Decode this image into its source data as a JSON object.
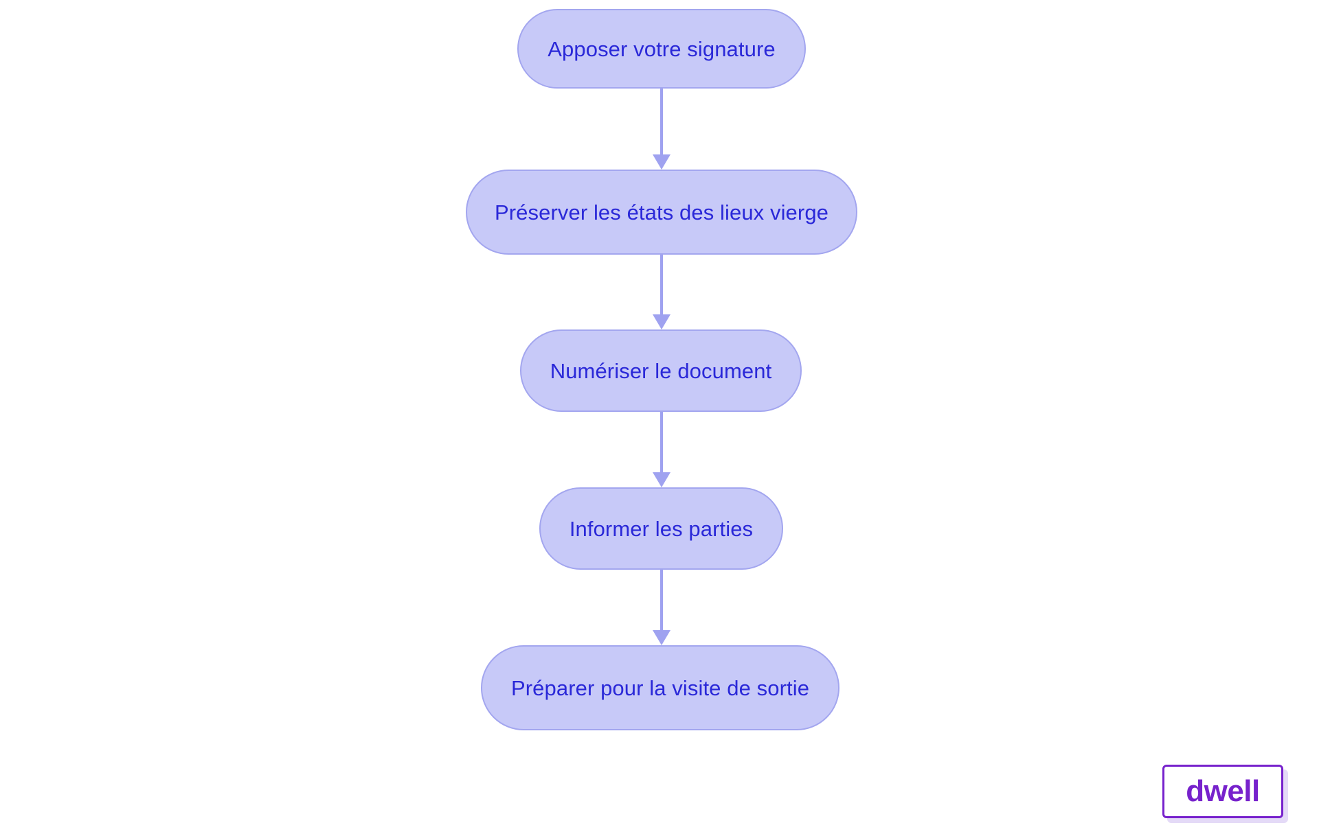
{
  "diagram": {
    "type": "flowchart",
    "orientation": "top-to-bottom",
    "background_color": "#ffffff",
    "node_fill_color": "#c7c9f8",
    "node_border_color": "#a3a6ef",
    "node_text_color": "#2a28d8",
    "edge_color": "#9fa2f0",
    "nodes": [
      {
        "id": "node-0",
        "label": "Apposer votre signature"
      },
      {
        "id": "node-1",
        "label": "Préserver les états des lieux vierge"
      },
      {
        "id": "node-2",
        "label": "Numériser le document"
      },
      {
        "id": "node-3",
        "label": "Informer les parties"
      },
      {
        "id": "node-4",
        "label": "Préparer pour la visite de sortie"
      }
    ],
    "edges": [
      {
        "id": "edge-0",
        "from": "node-0",
        "to": "node-1",
        "arrow": "down-arrow-icon"
      },
      {
        "id": "edge-1",
        "from": "node-1",
        "to": "node-2",
        "arrow": "down-arrow-icon"
      },
      {
        "id": "edge-2",
        "from": "node-2",
        "to": "node-3",
        "arrow": "down-arrow-icon"
      },
      {
        "id": "edge-3",
        "from": "node-3",
        "to": "node-4",
        "arrow": "down-arrow-icon"
      }
    ]
  },
  "brand": {
    "name": "dwell",
    "text_color": "#7722cc",
    "border_color": "#7722cc",
    "shadow_color": "#e4daf7"
  }
}
